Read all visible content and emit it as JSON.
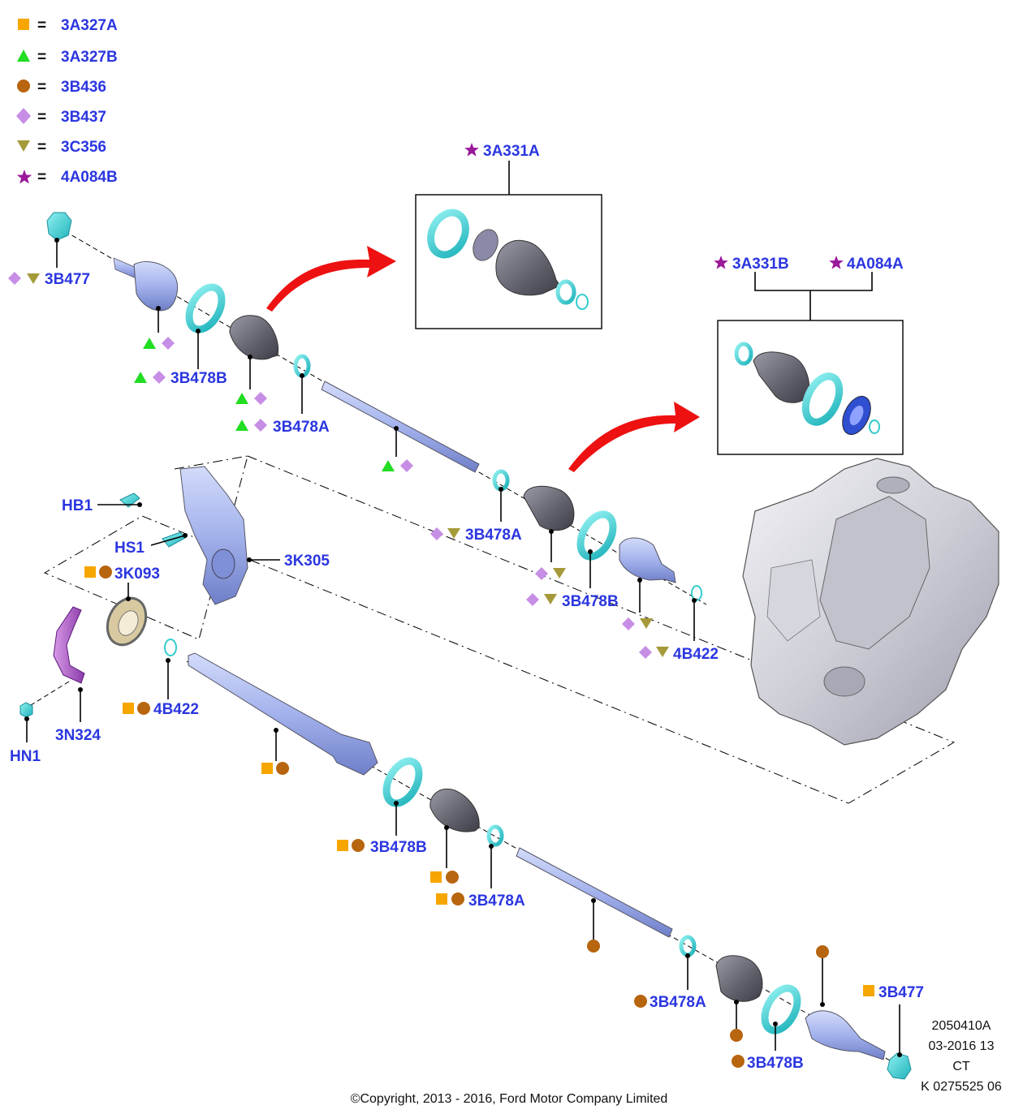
{
  "legend": [
    {
      "symbol": "square",
      "color": "#f7a600",
      "code": "3A327A"
    },
    {
      "symbol": "triangle-up",
      "color": "#22dd22",
      "code": "3A327B"
    },
    {
      "symbol": "circle",
      "color": "#b8650f",
      "code": "3B436"
    },
    {
      "symbol": "diamond",
      "color": "#c78ee6",
      "code": "3B437"
    },
    {
      "symbol": "triangle-down",
      "color": "#a59a3a",
      "code": "3C356"
    },
    {
      "symbol": "star",
      "color": "#9a1a9a",
      "code": "4A084B"
    }
  ],
  "legend_eq": "=",
  "colors": {
    "label": "#2b36e0",
    "square": "#f7a600",
    "circle": "#b8650f",
    "triangle_up": "#22dd22",
    "triangle_down": "#a59a3a",
    "diamond": "#c78ee6",
    "star": "#9a1a9a",
    "teal_part": "#3fd3d3",
    "blue_part": "#a9b6ee",
    "dark_part": "#6b6b78",
    "arrow": "#ee1111"
  },
  "callouts": {
    "a3a331a": "3A331A",
    "a3a331b": "3A331B",
    "a4a084a": "4A084A",
    "l3b477_top": "3B477",
    "l3b478b_1": "3B478B",
    "l3b478a_1": "3B478A",
    "hb1": "HB1",
    "hs1": "HS1",
    "l3k093": "3K093",
    "l3k305": "3K305",
    "l3b478a_2": "3B478A",
    "l3b478b_2": "3B478B",
    "l4b422_1": "4B422",
    "l4b422_2": "4B422",
    "hn1": "HN1",
    "l3n324": "3N324",
    "l3b478b_3": "3B478B",
    "l3b478a_3": "3B478A",
    "l3b478a_4": "3B478A",
    "l3b478b_4": "3B478B",
    "l3b477_bottom": "3B477"
  },
  "meta": {
    "line1": "2050410A",
    "line2": "03-2016 13",
    "line3": "CT",
    "line4": "K 0275525 06"
  },
  "copyright": "©Copyright, 2013 - 2016, Ford Motor Company Limited"
}
